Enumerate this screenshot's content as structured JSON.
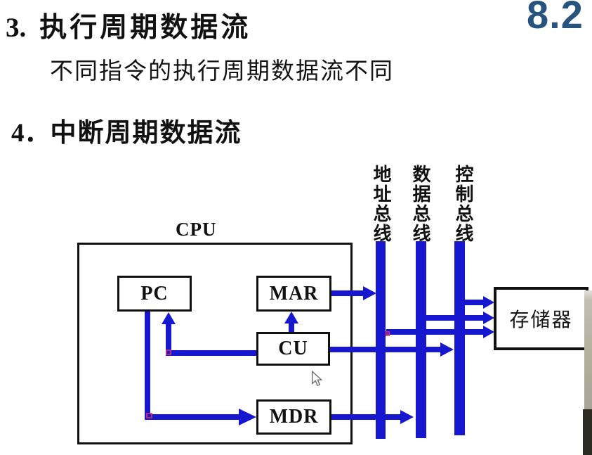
{
  "slide": {
    "section_number": "8.2",
    "item3": {
      "number": "3.",
      "title": "执行周期数据流"
    },
    "subtitle": "不同指令的执行周期数据流不同",
    "item4": {
      "number": "4．",
      "title": "中断周期数据流"
    }
  },
  "diagram": {
    "cpu_label": "CPU",
    "pc_label": "PC",
    "mar_label": "MAR",
    "cu_label": "CU",
    "mdr_label": "MDR",
    "memory_label": "存储器",
    "bus_labels": {
      "address": "地址总线",
      "data": "数据总线",
      "control": "控制总线"
    },
    "colors": {
      "connector_blue": "#1717d0",
      "section_number_blue": "#27537f"
    }
  }
}
